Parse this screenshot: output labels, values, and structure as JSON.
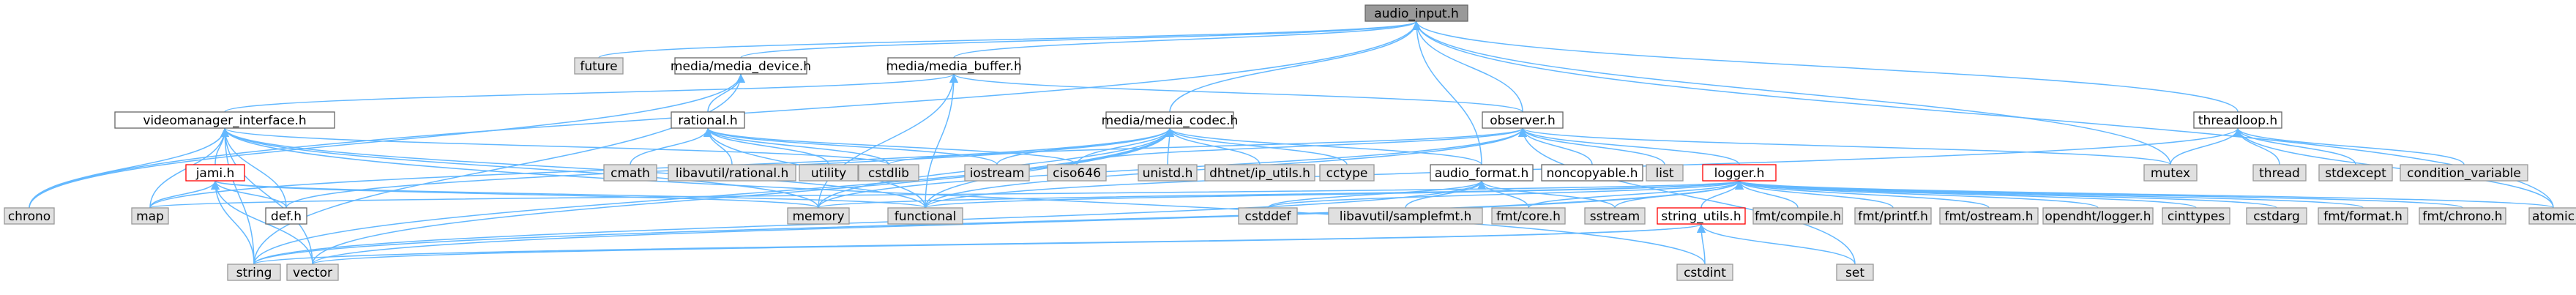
{
  "colors": {
    "edge": "#63b8ff",
    "root_fill": "#999999",
    "root_border": "#666666",
    "doc_fill": "#ffffff",
    "doc_border": "#666666",
    "missing_doc_fill": "#ffffff",
    "missing_doc_border": "#ff0000",
    "system_fill": "#e0e0e0",
    "system_border": "#999999"
  },
  "nodes": [
    {
      "id": "audio_input",
      "label": "audio_input.h",
      "kind": "root"
    },
    {
      "id": "future",
      "label": "future",
      "kind": "system"
    },
    {
      "id": "media_device",
      "label": "media/media_device.h",
      "kind": "doc"
    },
    {
      "id": "media_buffer",
      "label": "media/media_buffer.h",
      "kind": "doc"
    },
    {
      "id": "chrono",
      "label": "chrono",
      "kind": "system"
    },
    {
      "id": "videomanager",
      "label": "videomanager_interface.h",
      "kind": "doc"
    },
    {
      "id": "rational",
      "label": "rational.h",
      "kind": "doc"
    },
    {
      "id": "media_codec",
      "label": "media/media_codec.h",
      "kind": "doc"
    },
    {
      "id": "observer",
      "label": "observer.h",
      "kind": "doc"
    },
    {
      "id": "threadloop",
      "label": "threadloop.h",
      "kind": "doc"
    },
    {
      "id": "jami",
      "label": "jami.h",
      "kind": "missing"
    },
    {
      "id": "cmath",
      "label": "cmath",
      "kind": "system"
    },
    {
      "id": "libavutil_rational",
      "label": "libavutil/rational.h",
      "kind": "system"
    },
    {
      "id": "utility",
      "label": "utility",
      "kind": "system"
    },
    {
      "id": "cstdlib",
      "label": "cstdlib",
      "kind": "system"
    },
    {
      "id": "iostream",
      "label": "iostream",
      "kind": "system"
    },
    {
      "id": "ciso646",
      "label": "ciso646",
      "kind": "system"
    },
    {
      "id": "unistd",
      "label": "unistd.h",
      "kind": "system"
    },
    {
      "id": "dhtnet",
      "label": "dhtnet/ip_utils.h",
      "kind": "system"
    },
    {
      "id": "cctype",
      "label": "cctype",
      "kind": "system"
    },
    {
      "id": "audio_format",
      "label": "audio_format.h",
      "kind": "doc"
    },
    {
      "id": "noncopyable",
      "label": "noncopyable.h",
      "kind": "doc"
    },
    {
      "id": "list",
      "label": "list",
      "kind": "system"
    },
    {
      "id": "logger",
      "label": "logger.h",
      "kind": "missing"
    },
    {
      "id": "mutex",
      "label": "mutex",
      "kind": "system"
    },
    {
      "id": "thread",
      "label": "thread",
      "kind": "system"
    },
    {
      "id": "stdexcept",
      "label": "stdexcept",
      "kind": "system"
    },
    {
      "id": "condition_variable",
      "label": "condition_variable",
      "kind": "system"
    },
    {
      "id": "atomic",
      "label": "atomic",
      "kind": "system"
    },
    {
      "id": "map",
      "label": "map",
      "kind": "system"
    },
    {
      "id": "def",
      "label": "def.h",
      "kind": "doc"
    },
    {
      "id": "memory",
      "label": "memory",
      "kind": "system"
    },
    {
      "id": "functional",
      "label": "functional",
      "kind": "system"
    },
    {
      "id": "cstddef",
      "label": "cstddef",
      "kind": "system"
    },
    {
      "id": "samplefmt",
      "label": "libavutil/samplefmt.h",
      "kind": "system"
    },
    {
      "id": "fmt_core",
      "label": "fmt/core.h",
      "kind": "system"
    },
    {
      "id": "sstream",
      "label": "sstream",
      "kind": "system"
    },
    {
      "id": "string_utils",
      "label": "string_utils.h",
      "kind": "missing"
    },
    {
      "id": "fmt_compile",
      "label": "fmt/compile.h",
      "kind": "system"
    },
    {
      "id": "fmt_printf",
      "label": "fmt/printf.h",
      "kind": "system"
    },
    {
      "id": "fmt_ostream",
      "label": "fmt/ostream.h",
      "kind": "system"
    },
    {
      "id": "opendht_logger",
      "label": "opendht/logger.h",
      "kind": "system"
    },
    {
      "id": "cinttypes",
      "label": "cinttypes",
      "kind": "system"
    },
    {
      "id": "cstdarg",
      "label": "cstdarg",
      "kind": "system"
    },
    {
      "id": "fmt_format",
      "label": "fmt/format.h",
      "kind": "system"
    },
    {
      "id": "fmt_chrono",
      "label": "fmt/chrono.h",
      "kind": "system"
    },
    {
      "id": "string",
      "label": "string",
      "kind": "system"
    },
    {
      "id": "vector",
      "label": "vector",
      "kind": "system"
    },
    {
      "id": "cstdint",
      "label": "cstdint",
      "kind": "system"
    },
    {
      "id": "set",
      "label": "set",
      "kind": "system"
    }
  ],
  "edges": [
    [
      "audio_input",
      "future"
    ],
    [
      "audio_input",
      "media_device"
    ],
    [
      "audio_input",
      "media_buffer"
    ],
    [
      "audio_input",
      "chrono"
    ],
    [
      "audio_input",
      "media_codec"
    ],
    [
      "audio_input",
      "observer"
    ],
    [
      "audio_input",
      "threadloop"
    ],
    [
      "audio_input",
      "audio_format"
    ],
    [
      "audio_input",
      "mutex"
    ],
    [
      "audio_input",
      "atomic"
    ],
    [
      "media_device",
      "chrono"
    ],
    [
      "media_device",
      "rational"
    ],
    [
      "media_device",
      "string"
    ],
    [
      "media_buffer",
      "videomanager"
    ],
    [
      "media_buffer",
      "observer"
    ],
    [
      "media_buffer",
      "memory"
    ],
    [
      "media_buffer",
      "functional"
    ],
    [
      "videomanager",
      "chrono"
    ],
    [
      "videomanager",
      "jami"
    ],
    [
      "videomanager",
      "map"
    ],
    [
      "videomanager",
      "def"
    ],
    [
      "videomanager",
      "memory"
    ],
    [
      "videomanager",
      "functional"
    ],
    [
      "videomanager",
      "cstdlib"
    ],
    [
      "videomanager",
      "string"
    ],
    [
      "videomanager",
      "vector"
    ],
    [
      "videomanager",
      "cstdint"
    ],
    [
      "jami",
      "map"
    ],
    [
      "jami",
      "def"
    ],
    [
      "jami",
      "memory"
    ],
    [
      "jami",
      "string"
    ],
    [
      "jami",
      "vector"
    ],
    [
      "jami",
      "functional"
    ],
    [
      "rational",
      "cmath"
    ],
    [
      "rational",
      "libavutil_rational"
    ],
    [
      "rational",
      "utility"
    ],
    [
      "rational",
      "cstdlib"
    ],
    [
      "rational",
      "iostream"
    ],
    [
      "rational",
      "ciso646"
    ],
    [
      "rational",
      "functional"
    ],
    [
      "media_codec",
      "ciso646"
    ],
    [
      "media_codec",
      "unistd"
    ],
    [
      "media_codec",
      "dhtnet"
    ],
    [
      "media_codec",
      "cctype"
    ],
    [
      "media_codec",
      "audio_format"
    ],
    [
      "media_codec",
      "iostream"
    ],
    [
      "media_codec",
      "string"
    ],
    [
      "media_codec",
      "vector"
    ],
    [
      "media_codec",
      "map"
    ],
    [
      "media_codec",
      "memory"
    ],
    [
      "media_codec",
      "def"
    ],
    [
      "media_codec",
      "functional"
    ],
    [
      "observer",
      "noncopyable"
    ],
    [
      "observer",
      "list"
    ],
    [
      "observer",
      "logger"
    ],
    [
      "observer",
      "mutex"
    ],
    [
      "observer",
      "memory"
    ],
    [
      "observer",
      "set"
    ],
    [
      "observer",
      "functional"
    ],
    [
      "observer",
      "ciso646"
    ],
    [
      "observer",
      "cstdlib"
    ],
    [
      "audio_format",
      "fmt_core"
    ],
    [
      "audio_format",
      "sstream"
    ],
    [
      "audio_format",
      "string"
    ],
    [
      "audio_format",
      "cstddef"
    ],
    [
      "audio_format",
      "samplefmt"
    ],
    [
      "logger",
      "cstddef"
    ],
    [
      "logger",
      "fmt_core"
    ],
    [
      "logger",
      "fmt_compile"
    ],
    [
      "logger",
      "fmt_printf"
    ],
    [
      "logger",
      "fmt_ostream"
    ],
    [
      "logger",
      "opendht_logger"
    ],
    [
      "logger",
      "cinttypes"
    ],
    [
      "logger",
      "cstdarg"
    ],
    [
      "logger",
      "fmt_format"
    ],
    [
      "logger",
      "fmt_chrono"
    ],
    [
      "logger",
      "string_utils"
    ],
    [
      "logger",
      "string"
    ],
    [
      "logger",
      "sstream"
    ],
    [
      "logger",
      "memory"
    ],
    [
      "logger",
      "functional"
    ],
    [
      "logger",
      "atomic"
    ],
    [
      "logger",
      "map"
    ],
    [
      "logger",
      "vector"
    ],
    [
      "string_utils",
      "string"
    ],
    [
      "string_utils",
      "vector"
    ],
    [
      "string_utils",
      "set"
    ],
    [
      "string_utils",
      "cstdint"
    ],
    [
      "threadloop",
      "thread"
    ],
    [
      "threadloop",
      "stdexcept"
    ],
    [
      "threadloop",
      "condition_variable"
    ],
    [
      "threadloop",
      "mutex"
    ],
    [
      "threadloop",
      "atomic"
    ],
    [
      "threadloop",
      "functional"
    ]
  ]
}
